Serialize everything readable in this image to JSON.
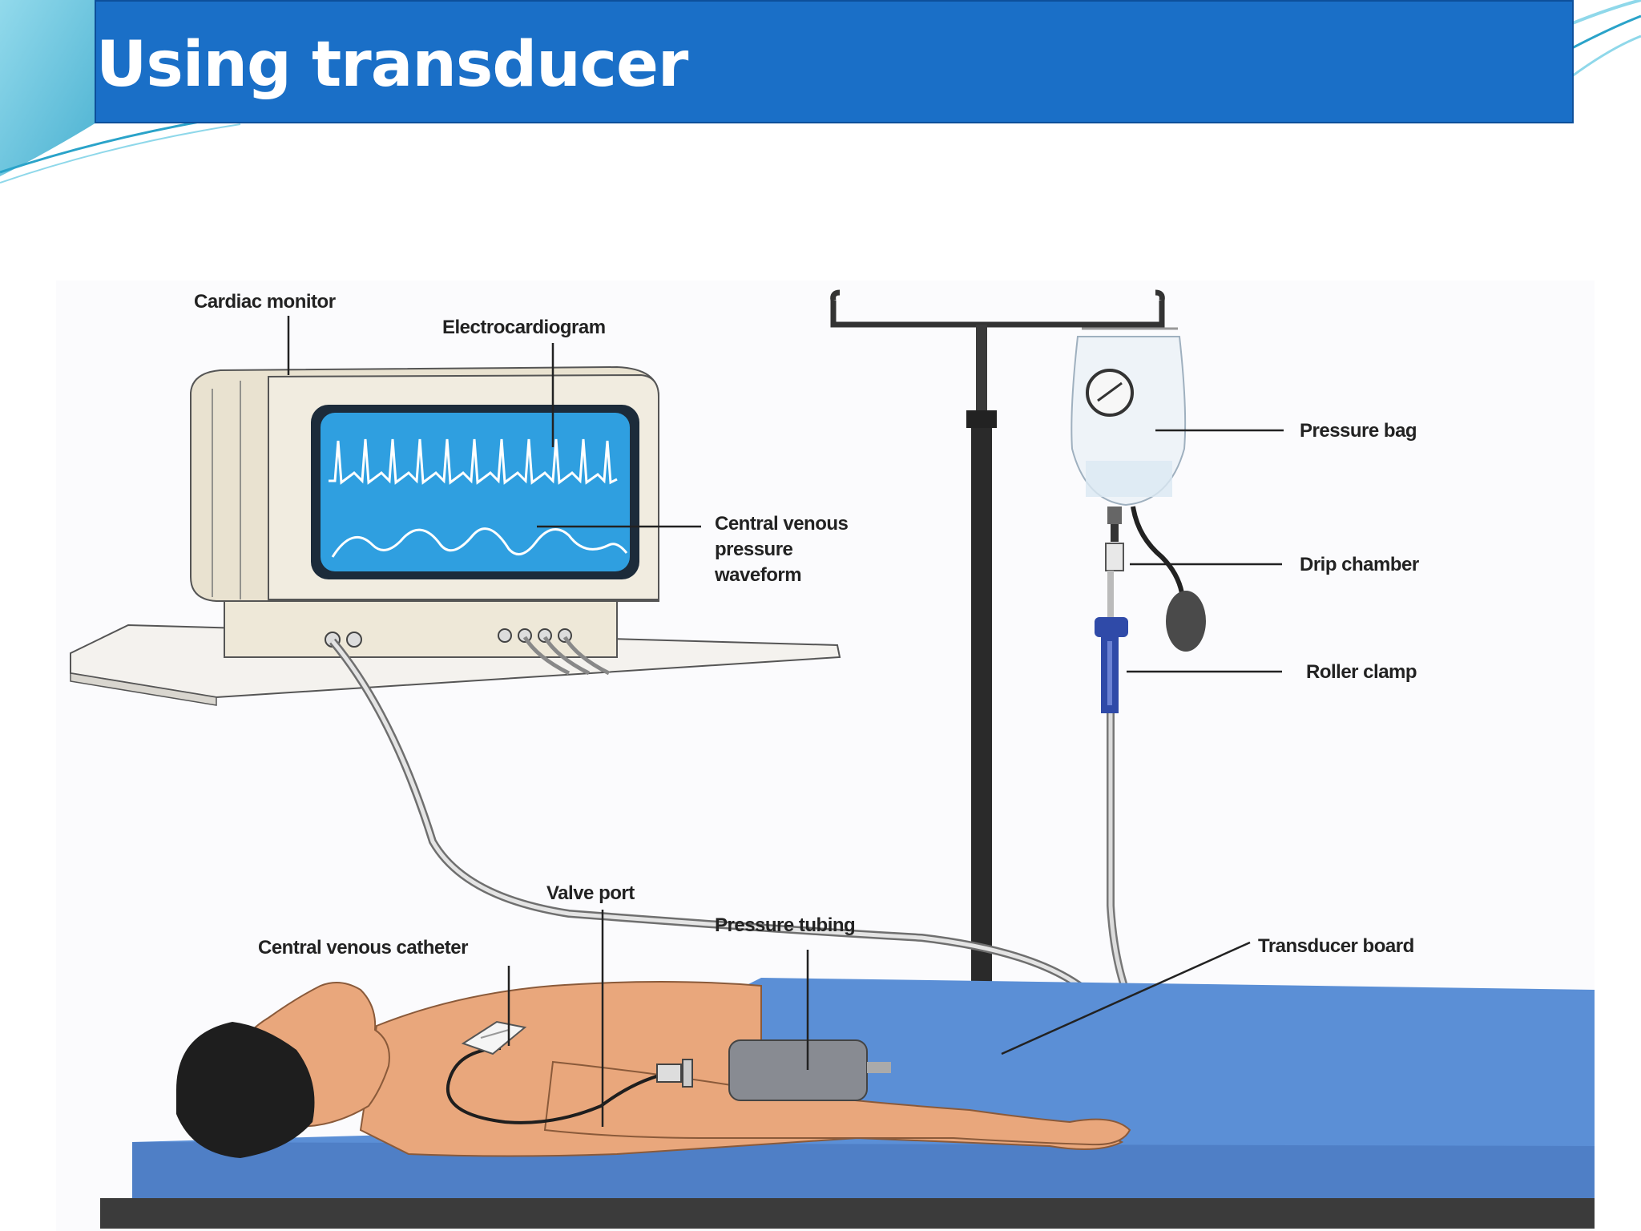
{
  "slide": {
    "title": "Using transducer"
  },
  "diagram": {
    "labels": {
      "cardiac_monitor": "Cardiac monitor",
      "electrocardiogram": "Electrocardiogram",
      "cvp_waveform": [
        "Central venous",
        "pressure",
        "waveform"
      ],
      "pressure_bag": "Pressure bag",
      "drip_chamber": "Drip chamber",
      "roller_clamp": "Roller clamp",
      "valve_port": "Valve port",
      "pressure_tubing": "Pressure tubing",
      "central_venous_catheter": "Central venous catheter",
      "transducer_board": "Transducer board"
    }
  },
  "colors": {
    "title_bar": "#1a6fc7",
    "screen": "#2f9fe0",
    "bed": "#5b8fd6",
    "roller_clamp": "#2f4aa8",
    "skin": "#e9a77c"
  }
}
